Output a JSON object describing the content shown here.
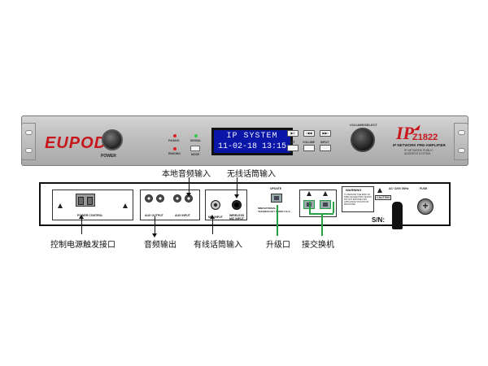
{
  "front_panel": {
    "brand_logo": "EUPOD",
    "trademark": "®",
    "power_label": "POWER",
    "led_labels": {
      "paging": "PAGING",
      "signal": "SIGNAL",
      "ringing": "RINGING"
    },
    "mode_button": "MODE",
    "lcd": {
      "line1": "IP SYSTEM",
      "line2": "11-02-18  13:15"
    },
    "keys": {
      "play": "▶II",
      "prev": "I◀◀",
      "next": "▶▶I",
      "ext_label": "EXT",
      "volume_label": "VOLUME",
      "input_label": "INPUT"
    },
    "volume_knob_label": "VOLUME/SELECT",
    "model_prefix": "IP",
    "model_number": "Z1822",
    "subtitle": "IP NETWORK PRE-AMPLIFIER",
    "subtitle2": "IP NETWORK PUBLIC ADDRESS SYSTEM"
  },
  "rear_panel": {
    "power_control_label": "POWER CONTROL",
    "aux_output_label": "AUX OUTPUT",
    "aux_input_label": "AUX INPUT",
    "mic_input_label": "MIC INPUT",
    "wireless_label": "WIRELESS MIC INPUT",
    "update_label": "UPDATE",
    "made_in": "INNOVATIONAL TECHNOLOGY FROM U.S.A.",
    "warning_title": "WARNING",
    "warning_text": "TO REDUCE THE RISK OF FIRE OR ELECTRIC SHOCK DO NOT EXPOSE THIS APPLIANCE TO RAIN OR MOISTURE",
    "caution_label": "CAUTION",
    "ac_label": "AC~220V 50Hz",
    "fuse_label": "FUSE",
    "fuse_symbol": "+",
    "sn_label": "S/N:"
  },
  "callouts": {
    "local_audio_input": "本地音频输入",
    "wireless_mic_input": "无线话筒输入",
    "power_trigger_port": "控制电源触发接口",
    "audio_output": "音频输出",
    "wired_mic_input": "有线话筒输入",
    "upgrade_port": "升级口",
    "switch": "接交换机"
  },
  "colors": {
    "brand_red": "#c8161d",
    "lcd_blue": "#0a16a8",
    "callout_green": "#27a046"
  }
}
